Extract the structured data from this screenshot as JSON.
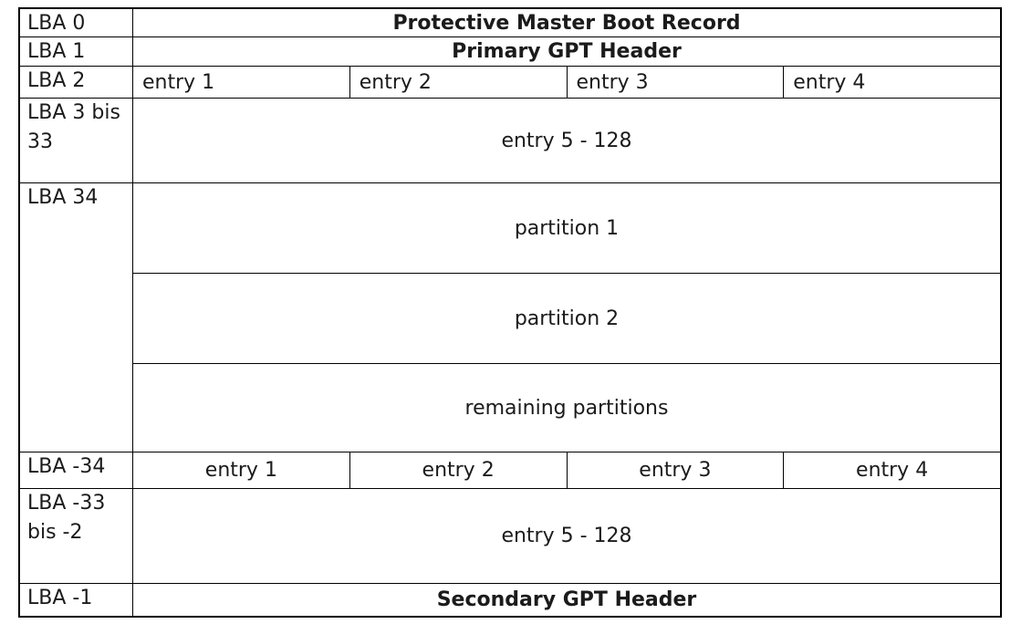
{
  "table": {
    "description_labels": {
      "row0": {
        "lba": "LBA 0",
        "content": "Protective Master Boot Record"
      },
      "row1": {
        "lba": "LBA 1",
        "content": "Primary GPT Header"
      },
      "row2": {
        "lba": "LBA 2",
        "entries": [
          "entry 1",
          "entry 2",
          "entry 3",
          "entry 4"
        ]
      },
      "row3": {
        "lba": "LBA 3 bis\n33",
        "content": "entry 5 - 128"
      },
      "row4": {
        "lba": "LBA 34",
        "partitions": [
          "partition 1",
          "partition 2",
          "remaining partitions"
        ]
      },
      "row5": {
        "lba": "LBA -34",
        "entries": [
          "entry 1",
          "entry 2",
          "entry 3",
          "entry 4"
        ]
      },
      "row6": {
        "lba": "LBA -33\nbis -2",
        "content": "entry 5 - 128"
      },
      "row7": {
        "lba": "LBA -1",
        "content": "Secondary GPT Header"
      }
    },
    "colors": {
      "border": "#000000",
      "text": "#1b1b1b",
      "background": "#ffffff"
    }
  }
}
